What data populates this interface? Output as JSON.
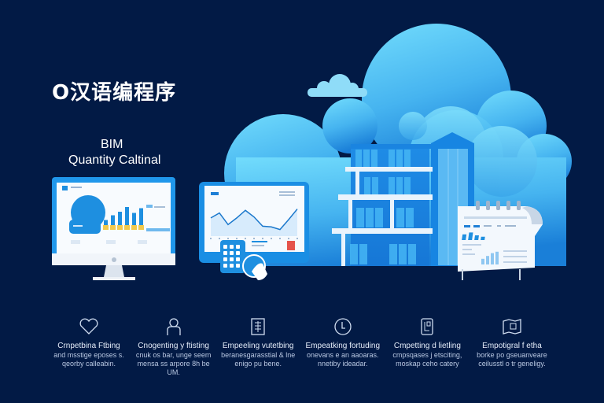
{
  "header": {
    "brand_title": "O汉语编程序",
    "subtitle_line1": "BIM",
    "subtitle_line2": "Quantity Caltinal"
  },
  "colors": {
    "background": "#021a45",
    "cloud_light": "#6fd6fb",
    "cloud_dark": "#1b82d9",
    "accent_blue": "#1e8fe0",
    "accent_yellow": "#f2c94c",
    "accent_red": "#e5534b"
  },
  "illustration": {
    "monitor_dashboard": {
      "bar_values": [
        0.35,
        0.55,
        0.7,
        0.9,
        0.65,
        0.85
      ]
    },
    "tablet_line_chart": {
      "line_values": [
        0.55,
        0.7,
        0.35,
        0.55,
        0.78,
        0.58,
        0.3,
        0.28,
        0.2,
        0.5,
        0.82
      ]
    },
    "report_bars": [
      0.6,
      0.8,
      0.5,
      0.35
    ],
    "report_bars_2": [
      0.4,
      0.6,
      0.8,
      0.9
    ]
  },
  "features": [
    {
      "icon": "heart-icon",
      "title": "Crnpetbina Ftbing",
      "desc": "and msstige eposes s. qeorby calleabin."
    },
    {
      "icon": "user-icon",
      "title": "Cnogenting y ftisting",
      "desc": "cnuk os bar, unge seem mensa ss arpore 8h be UM."
    },
    {
      "icon": "document-icon",
      "title": "Empeeling vutetbing",
      "desc": "beranesgarasstial & lne enigo pu bene."
    },
    {
      "icon": "clock-icon",
      "title": "Empeatking fortuding",
      "desc": "onevans e an aaoaras. nnetiby ideadar."
    },
    {
      "icon": "mobile-document-icon",
      "title": "Cmpetting d lietling",
      "desc": "cmpsqases j etsciting, moskap ceho catery"
    },
    {
      "icon": "map-report-icon",
      "title": "Empotigral f etha",
      "desc": "borke po gseuanveare ceilusstl o tr geneligy."
    }
  ]
}
